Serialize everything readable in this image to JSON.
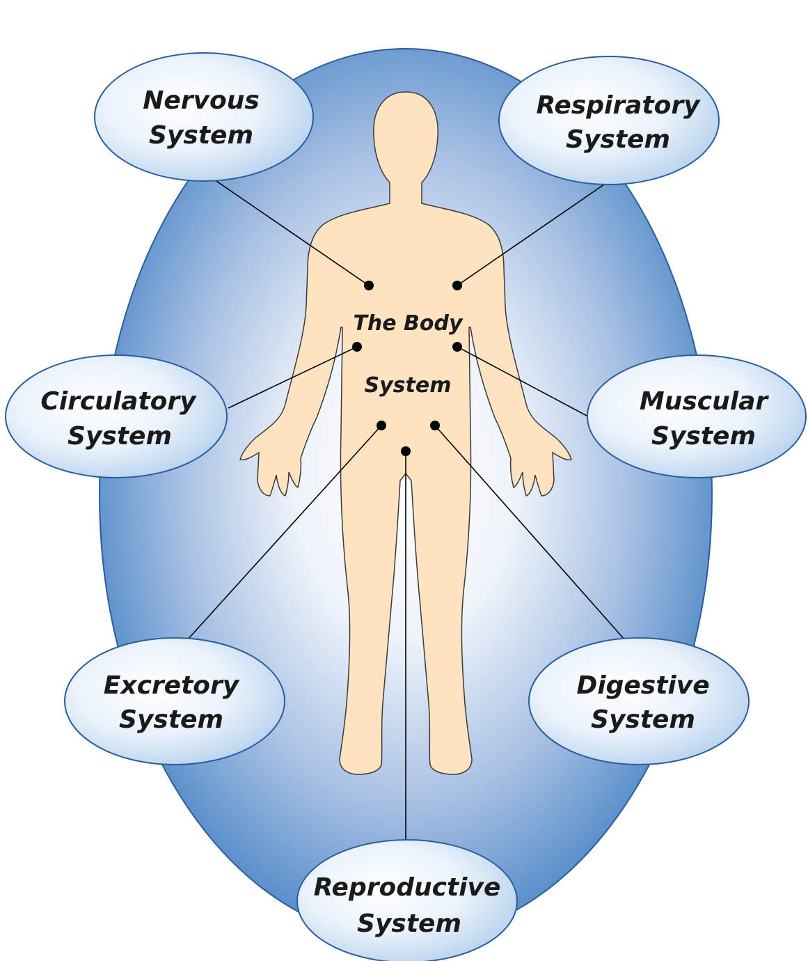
{
  "center": {
    "line1": "The Body",
    "line2": "System"
  },
  "systems": {
    "nervous": {
      "line1": "Nervous",
      "line2": "System"
    },
    "respiratory": {
      "line1": "Respiratory",
      "line2": "System"
    },
    "circulatory": {
      "line1": "Circulatory",
      "line2": "System"
    },
    "muscular": {
      "line1": "Muscular",
      "line2": "System"
    },
    "excretory": {
      "line1": "Excretory",
      "line2": "System"
    },
    "digestive": {
      "line1": "Digestive",
      "line2": "System"
    },
    "reproductive": {
      "line1": "Reproductive",
      "line2": "System"
    }
  },
  "colors": {
    "outer_oval_edge": "#5a8fcb",
    "outer_oval_center": "#ffffff",
    "bubble_center": "#ffffff",
    "bubble_edge": "#b9d3ee",
    "bubble_stroke": "#2a5d9e",
    "body_fill": "#fde3c0",
    "body_stroke": "#3a3a3a"
  }
}
